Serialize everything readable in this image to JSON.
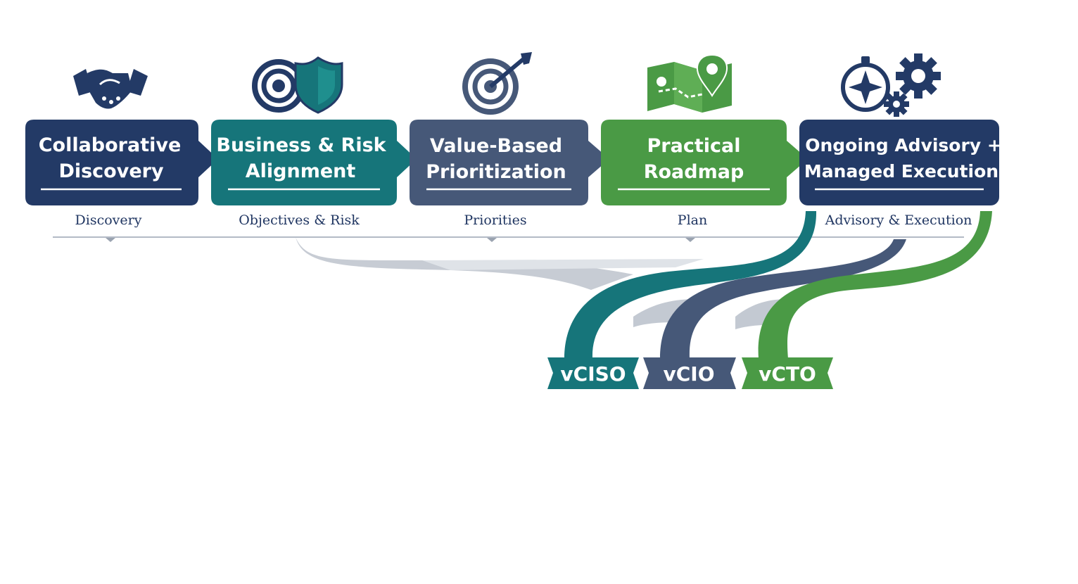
{
  "colors": {
    "navy": "#233a66",
    "teal": "#16757a",
    "slate": "#465878",
    "green": "#4a9a45",
    "divider": "#aeb6c2"
  },
  "steps": [
    {
      "line1": "Collaborative",
      "line2": "Discovery",
      "sub": "Discovery",
      "icon": "handshake-icon",
      "color": "navy"
    },
    {
      "line1": "Business & Risk",
      "line2": "Alignment",
      "sub": "Objectives & Risk",
      "icon": "target-shield-icon",
      "color": "teal"
    },
    {
      "line1": "Value-Based",
      "line2": "Prioritization",
      "sub": "Priorities",
      "icon": "target-arrow-icon",
      "color": "slate"
    },
    {
      "line1": "Practical",
      "line2": "Roadmap",
      "sub": "Plan",
      "icon": "map-pin-icon",
      "color": "green"
    },
    {
      "line1": "Ongoing Advisory +",
      "line2": "Managed Execution",
      "sub": "Advisory & Execution",
      "icon": "compass-gears-icon",
      "color": "navy"
    }
  ],
  "roles": [
    {
      "label": "vCISO",
      "color": "teal"
    },
    {
      "label": "vCIO",
      "color": "slate"
    },
    {
      "label": "vCTO",
      "color": "green"
    }
  ]
}
